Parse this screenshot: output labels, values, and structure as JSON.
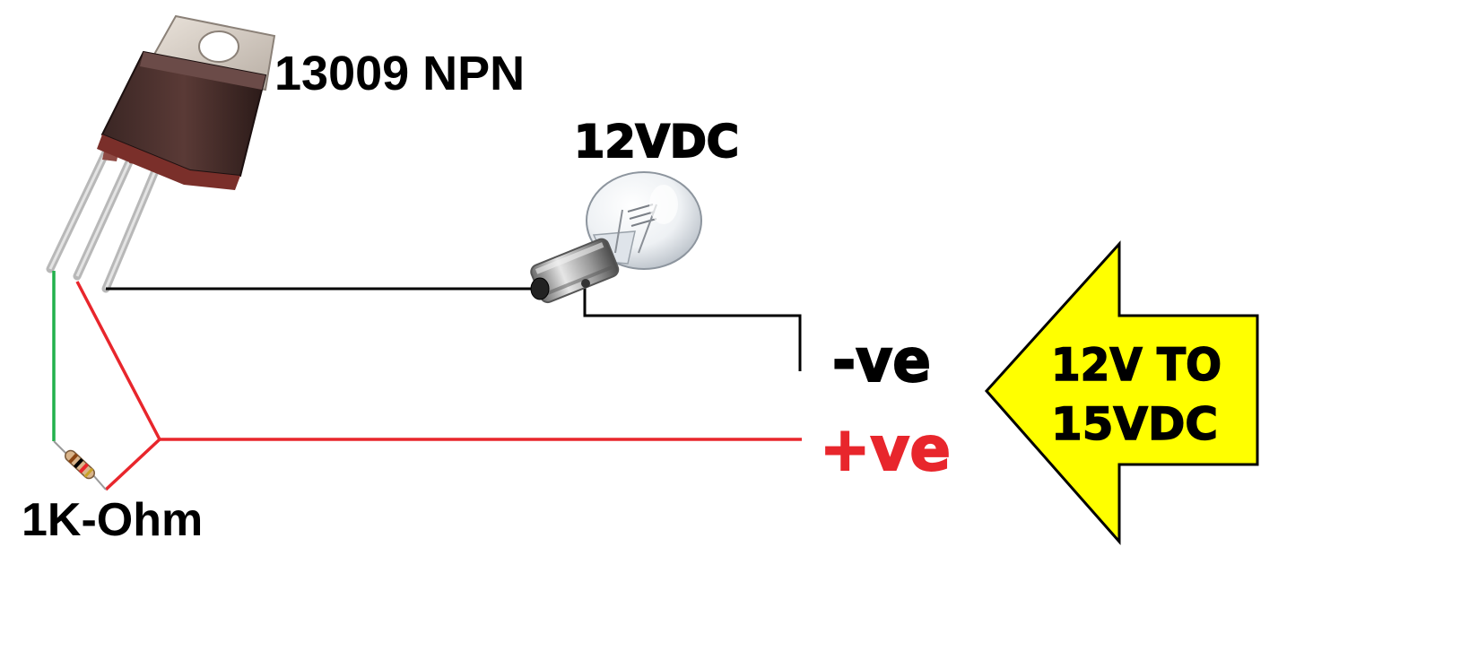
{
  "labels": {
    "transistor": "13009 NPN",
    "bulb": "12VDC",
    "negative": "-ve",
    "positive": "+ve",
    "resistor": "1K-Ohm",
    "arrow_line1": "12V TO",
    "arrow_line2": "15VDC"
  },
  "colors": {
    "negative_wire": "#000000",
    "positive_wire": "#e8262c",
    "base_wire": "#22b14c",
    "positive_text": "#e8262c",
    "arrow_fill": "#ffff00",
    "arrow_stroke": "#000000"
  },
  "icons": {
    "transistor": "to220-transistor-icon",
    "bulb": "light-bulb-icon",
    "resistor": "resistor-icon",
    "arrow": "left-arrow-icon"
  }
}
